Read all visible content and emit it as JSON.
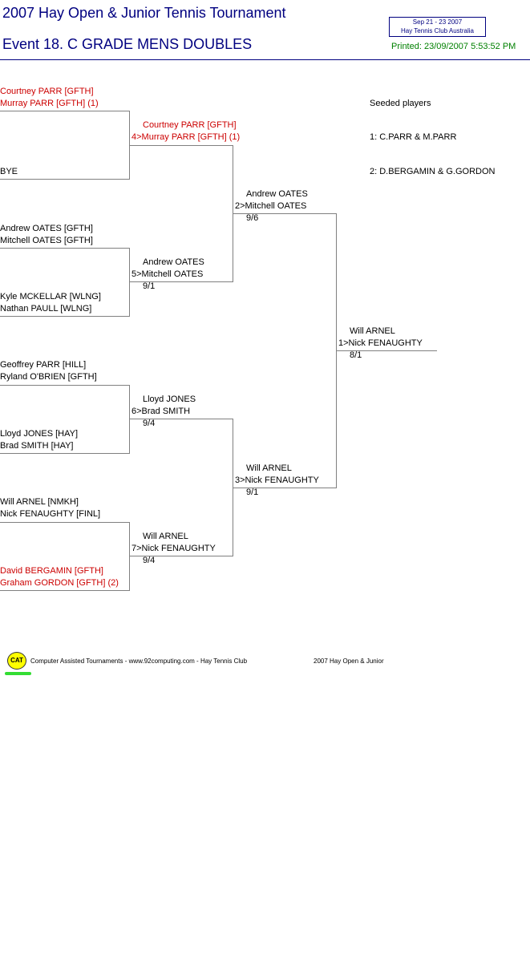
{
  "header": {
    "title": "2007 Hay Open & Junior Tennis Tournament",
    "event": "Event 18. C GRADE MENS DOUBLES",
    "dates": "Sep 21 - 23 2007",
    "venue": "Hay Tennis Club    Australia",
    "printed": "Printed: 23/09/2007 5:53:52 PM"
  },
  "seeds": {
    "heading": "Seeded players",
    "items": [
      "1: C.PARR & M.PARR",
      "2: D.BERGAMIN & G.GORDON"
    ]
  },
  "round1": [
    {
      "p1": "Courtney PARR [GFTH]",
      "p2": "Murray PARR [GFTH] (1)",
      "seeded": true
    },
    {
      "p1": "BYE",
      "p2": "",
      "seeded": false
    },
    {
      "p1": "Andrew OATES [GFTH]",
      "p2": "Mitchell OATES [GFTH]",
      "seeded": false
    },
    {
      "p1": "Kyle MCKELLAR [WLNG]",
      "p2": "Nathan PAULL [WLNG]",
      "seeded": false
    },
    {
      "p1": "Geoffrey PARR [HILL]",
      "p2": "Ryland O'BRIEN [GFTH]",
      "seeded": false
    },
    {
      "p1": "Lloyd JONES [HAY]",
      "p2": "Brad SMITH [HAY]",
      "seeded": false
    },
    {
      "p1": "Will ARNEL [NMKH]",
      "p2": "Nick FENAUGHTY [FINL]",
      "seeded": false
    },
    {
      "p1": "David BERGAMIN [GFTH]",
      "p2": "Graham GORDON [GFTH] (2)",
      "seeded": true
    }
  ],
  "round2": [
    {
      "p1": "Courtney PARR [GFTH]",
      "p2": "4>Murray PARR [GFTH] (1)",
      "score": ""
    },
    {
      "p1": "Andrew OATES",
      "p2": "5>Mitchell OATES",
      "score": "9/1"
    },
    {
      "p1": "Lloyd JONES",
      "p2": "6>Brad SMITH",
      "score": "9/4"
    },
    {
      "p1": "Will ARNEL",
      "p2": "7>Nick FENAUGHTY",
      "score": "9/4"
    }
  ],
  "round3": [
    {
      "p1": "Andrew OATES",
      "p2": "2>Mitchell OATES",
      "score": "9/6"
    },
    {
      "p1": "Will ARNEL",
      "p2": "3>Nick FENAUGHTY",
      "score": "9/1"
    }
  ],
  "final": {
    "p1": "Will ARNEL",
    "p2": "1>Nick FENAUGHTY",
    "score": "8/1"
  },
  "footer": {
    "logo": "CAT",
    "text": "Computer Assisted Tournaments - www.92computing.com -  Hay Tennis Club",
    "event": "2007 Hay Open & Junior"
  }
}
